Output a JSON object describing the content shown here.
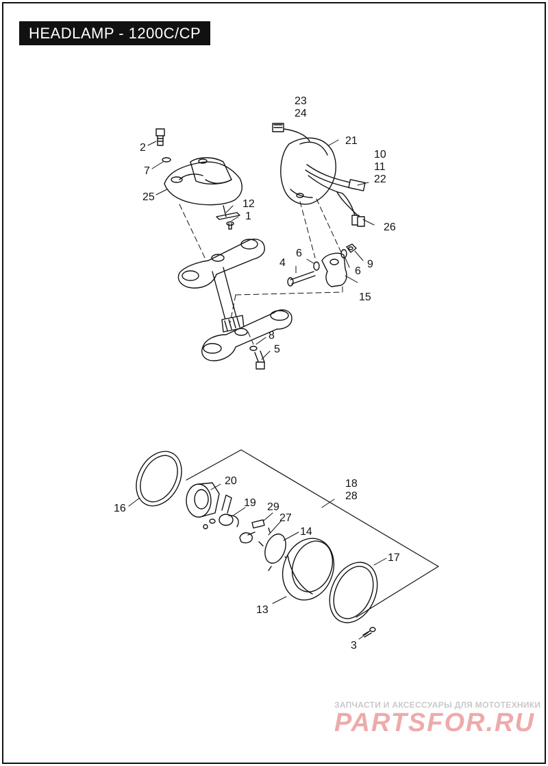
{
  "title": "HEADLAMP - 1200C/CP",
  "callouts": {
    "c1": "1",
    "c2": "2",
    "c3": "3",
    "c4": "4",
    "c5": "5",
    "c6a": "6",
    "c6b": "6",
    "c7": "7",
    "c8": "8",
    "c9": "9",
    "c10": "10",
    "c11": "11",
    "c12": "12",
    "c13": "13",
    "c14": "14",
    "c15": "15",
    "c16": "16",
    "c17": "17",
    "c18": "18",
    "c19": "19",
    "c20": "20",
    "c21": "21",
    "c22": "22",
    "c23": "23",
    "c24": "24",
    "c25": "25",
    "c26": "26",
    "c27": "27",
    "c28": "28",
    "c29": "29"
  },
  "watermark": {
    "tagline": "ЗАПЧАСТИ И АКСЕССУАРЫ ДЛЯ МОТОТЕХНИКИ",
    "logo": "PARTSFOR.RU"
  }
}
